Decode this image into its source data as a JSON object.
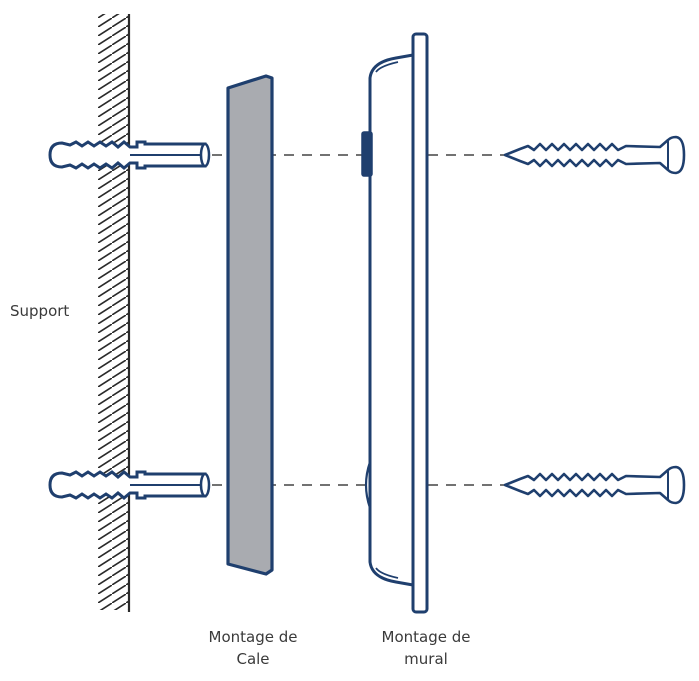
{
  "labels": {
    "support": "Support",
    "shim": [
      "Montage de",
      "Cale"
    ],
    "mount": [
      "Montage de",
      "mural"
    ]
  },
  "colors": {
    "outline": "#1f3f6e",
    "shim_fill": "#a9abb0",
    "plate_fill": "#ffffff",
    "hatch": "#2a2a2a",
    "dash": "#444444",
    "text": "#3a3a3a"
  }
}
